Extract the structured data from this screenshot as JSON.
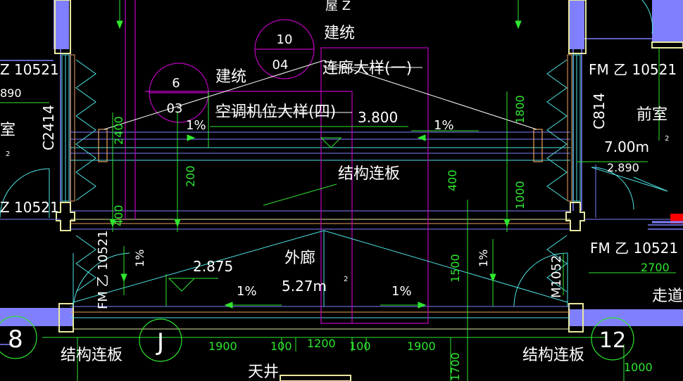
{
  "colors": {
    "background": "#000000",
    "wall": "#8080ff",
    "column": "#e8e8a0",
    "dimension": "#2fe62f",
    "slope": "#4fe3e3",
    "callout": "#c000c0",
    "text": "#ffffff",
    "marker": "#ff0000"
  },
  "callouts": {
    "callout_10": {
      "number": "10",
      "sheet": "04",
      "ref": "建统",
      "title": "连廊大样(一)"
    },
    "callout_6": {
      "number": "6",
      "sheet": "03",
      "ref": "建统",
      "title": "空调机位大样(四)"
    },
    "top_partial": "屋 Z"
  },
  "labels": {
    "elevation_main": "3.800",
    "structure_slab_mid": "结构连板",
    "structure_slab_left": "结构连板",
    "structure_slab_right": "结构连板",
    "corridor_name": "外廊",
    "corridor_area": "5.27m",
    "corridor_area_sup": "2",
    "corridor_elev": "2.875",
    "vestibule_name": "前室",
    "vestibule_area": "7.00m",
    "vestibule_area_sup": "2",
    "vestibule_elev": "2.890",
    "walkway": "走道",
    "skywell": "天井",
    "left_room": "室",
    "left_room_sup": "2",
    "left_elev": "890",
    "left_window": "C2414",
    "right_window": "C814",
    "door_left_top": "Z 10521",
    "door_left_mid": "Z 10521",
    "door_right_top": "FM 乙 10521",
    "door_right_mid": "FM 乙 10521",
    "door_left_low": "FM 乙 10521",
    "door_right_low": "M1052"
  },
  "slopes": {
    "top_left": "1%",
    "top_right": "1%",
    "side_left": "1%",
    "side_right": "1%",
    "low_left": "1%",
    "low_right": "1%"
  },
  "dimensions": {
    "d2400": "2400",
    "d1800": "1800",
    "d200": "200",
    "d400_left": "400",
    "d400_mid": "400",
    "d1000": "1000",
    "d1500": "1500",
    "d2700": "2700",
    "bottom_1900_a": "1900",
    "bottom_100_a": "100",
    "bottom_1200": "1200",
    "bottom_100_b": "100",
    "bottom_1900_b": "1900",
    "bottom_1000": "1000",
    "bottom_1700": "1700"
  },
  "grid": {
    "left_axis": "8",
    "mid_axis": "J",
    "right_axis": "12"
  }
}
